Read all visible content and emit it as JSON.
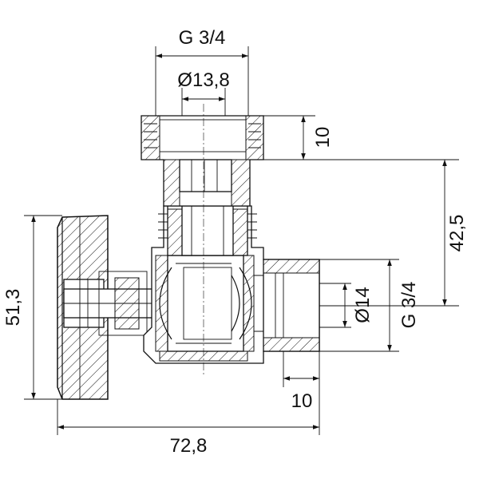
{
  "drawing": {
    "subject": "angle valve cross-section",
    "dimensions": {
      "top_thread": "G 3/4",
      "top_bore": "Ø13,8",
      "top_nut_height": "10",
      "vertical_offset": "42,5",
      "outlet_bore": "Ø14",
      "outlet_thread": "G 3/4",
      "outlet_nut_length": "10",
      "handle_height": "51,3",
      "overall_length": "72,8"
    }
  }
}
